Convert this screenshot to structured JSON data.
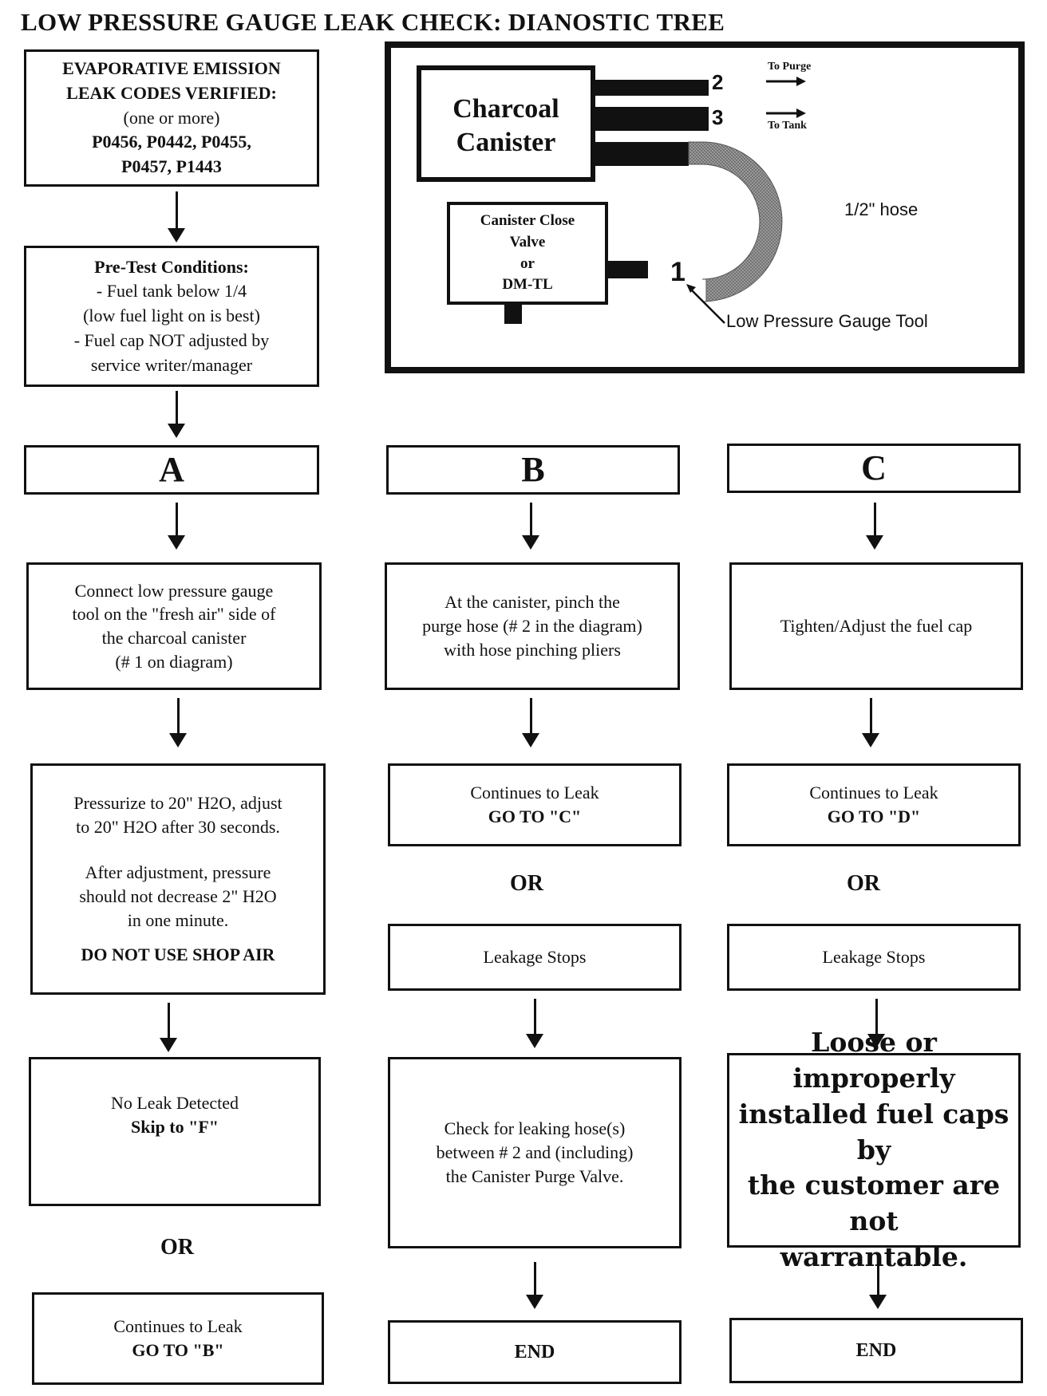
{
  "title": "LOW PRESSURE GAUGE LEAK CHECK: DIANOSTIC TREE",
  "codes_box": {
    "line1": "EVAPORATIVE EMISSION",
    "line2": "LEAK CODES VERIFIED:",
    "line3": "(one or more)",
    "line4": "P0456, P0442, P0455,",
    "line5": "P0457, P1443"
  },
  "pretest_box": {
    "heading": "Pre-Test Conditions:",
    "line1": "- Fuel tank below 1/4",
    "line2": "(low fuel light on is best)",
    "line3": "- Fuel cap NOT adjusted by",
    "line4": "service writer/manager"
  },
  "diagram": {
    "canister_line1": "Charcoal",
    "canister_line2": "Canister",
    "port2_num": "2",
    "port2_label": "To Purge",
    "port3_num": "3",
    "port3_label": "To Tank",
    "hose_label": "1/2\" hose",
    "port1_num": "1",
    "valve_line1": "Canister Close",
    "valve_line2": "Valve",
    "valve_line3": "or",
    "valve_line4": "DM-TL",
    "tool_label": "Low Pressure Gauge Tool"
  },
  "col_a": {
    "letter": "A",
    "step1_l1": "Connect low pressure gauge",
    "step1_l2": "tool on the \"fresh air\" side of",
    "step1_l3": "the charcoal canister",
    "step1_l4": "(# 1 on diagram)",
    "step2_l1": "Pressurize to 20\" H2O, adjust",
    "step2_l2": "to 20\" H2O after 30 seconds.",
    "step2_l3": "After adjustment, pressure",
    "step2_l4": "should not decrease 2\" H2O",
    "step2_l5": "in one minute.",
    "step2_l6": "DO NOT USE SHOP AIR",
    "noleak_l1": "No Leak Detected",
    "noleak_l2": "Skip to \"F\"",
    "or": "OR",
    "cont_l1": "Continues to Leak",
    "cont_l2": "GO TO \"B\""
  },
  "col_b": {
    "letter": "B",
    "step1_l1": "At the canister, pinch the",
    "step1_l2": "purge hose (# 2 in the diagram)",
    "step1_l3": "with hose pinching pliers",
    "cont_l1": "Continues to Leak",
    "cont_l2": "GO TO \"C\"",
    "or": "OR",
    "stops": "Leakage Stops",
    "check_l1": "Check for leaking hose(s)",
    "check_l2": "between # 2 and (including)",
    "check_l3": "the Canister Purge Valve.",
    "end": "END"
  },
  "col_c": {
    "letter": "C",
    "step1": "Tighten/Adjust the fuel cap",
    "cont_l1": "Continues to Leak",
    "cont_l2": "GO TO \"D\"",
    "or": "OR",
    "stops": "Leakage Stops",
    "note_l1": "Loose or improperly",
    "note_l2": "installed fuel caps by",
    "note_l3": "the customer are not",
    "note_l4": "warrantable.",
    "end": "END"
  }
}
